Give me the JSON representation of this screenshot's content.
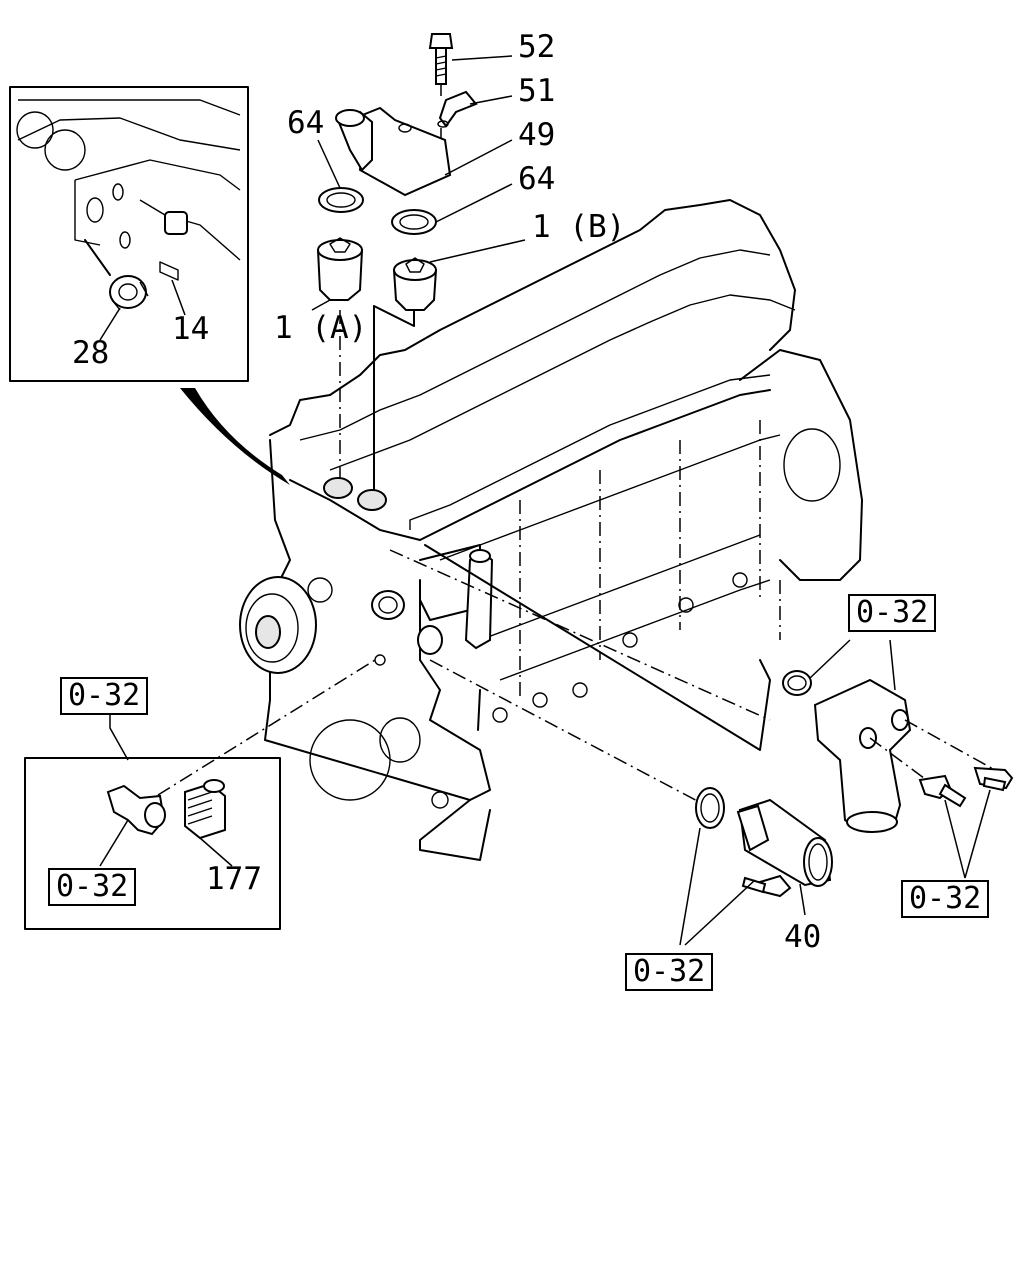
{
  "callouts": {
    "p52": "52",
    "p51": "51",
    "p49": "49",
    "p64_left": "64",
    "p64_right": "64",
    "p1b": "1 (B)",
    "p1a": "1 (A)",
    "p28": "28",
    "p14": "14",
    "p177": "177",
    "p40": "40"
  },
  "references": {
    "ref_sensor_top": "0-32",
    "ref_sensor_bottom": "0-32",
    "ref_right_top": "0-32",
    "ref_right_bottom": "0-32",
    "ref_bottom_center": "0-32"
  }
}
